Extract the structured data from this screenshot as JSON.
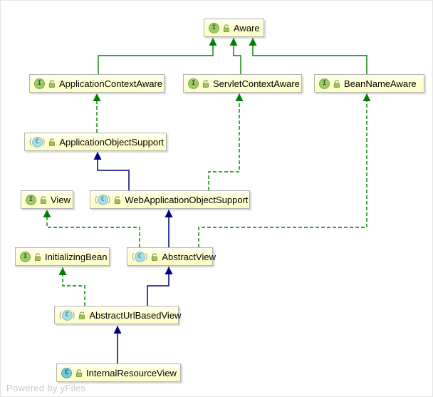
{
  "diagram": {
    "watermark": "Powered by yFiles",
    "icons": {
      "paren_left": "(",
      "paren_right": ")"
    },
    "colors": {
      "extends_edge": "#000080",
      "interface_extends_edge": "#008000",
      "implements_edge": "#008000",
      "node_fill": "#ffffcc",
      "node_border": "#b3b3b3",
      "interface_icon": "#9fca6a",
      "class_icon": "#72c8d2"
    },
    "nodes": [
      {
        "label": "Aware",
        "kind": "interface",
        "icon_letter": "I"
      },
      {
        "label": "ApplicationContextAware",
        "kind": "interface",
        "icon_letter": "I"
      },
      {
        "label": "ServletContextAware",
        "kind": "interface",
        "icon_letter": "I"
      },
      {
        "label": "BeanNameAware",
        "kind": "interface",
        "icon_letter": "I"
      },
      {
        "label": "ApplicationObjectSupport",
        "kind": "abstract_class",
        "icon_letter": "C"
      },
      {
        "label": "View",
        "kind": "interface",
        "icon_letter": "I"
      },
      {
        "label": "WebApplicationObjectSupport",
        "kind": "abstract_class",
        "icon_letter": "C"
      },
      {
        "label": "InitializingBean",
        "kind": "interface",
        "icon_letter": "I"
      },
      {
        "label": "AbstractView",
        "kind": "abstract_class",
        "icon_letter": "C"
      },
      {
        "label": "AbstractUrlBasedView",
        "kind": "abstract_class",
        "icon_letter": "C"
      },
      {
        "label": "InternalResourceView",
        "kind": "class",
        "icon_letter": "C"
      }
    ],
    "relationships": [
      {
        "from": "ApplicationContextAware",
        "to": "Aware",
        "type": "extends",
        "style": "solid-green"
      },
      {
        "from": "ServletContextAware",
        "to": "Aware",
        "type": "extends",
        "style": "solid-green"
      },
      {
        "from": "BeanNameAware",
        "to": "Aware",
        "type": "extends",
        "style": "solid-green"
      },
      {
        "from": "ApplicationObjectSupport",
        "to": "ApplicationContextAware",
        "type": "implements",
        "style": "dashed-green"
      },
      {
        "from": "WebApplicationObjectSupport",
        "to": "ApplicationObjectSupport",
        "type": "extends",
        "style": "solid-navy"
      },
      {
        "from": "WebApplicationObjectSupport",
        "to": "ServletContextAware",
        "type": "implements",
        "style": "dashed-green"
      },
      {
        "from": "AbstractView",
        "to": "WebApplicationObjectSupport",
        "type": "extends",
        "style": "solid-navy"
      },
      {
        "from": "AbstractView",
        "to": "View",
        "type": "implements",
        "style": "dashed-green"
      },
      {
        "from": "AbstractView",
        "to": "BeanNameAware",
        "type": "implements",
        "style": "dashed-green"
      },
      {
        "from": "AbstractUrlBasedView",
        "to": "AbstractView",
        "type": "extends",
        "style": "solid-navy"
      },
      {
        "from": "AbstractUrlBasedView",
        "to": "InitializingBean",
        "type": "implements",
        "style": "dashed-green"
      },
      {
        "from": "InternalResourceView",
        "to": "AbstractUrlBasedView",
        "type": "extends",
        "style": "solid-navy"
      }
    ]
  }
}
